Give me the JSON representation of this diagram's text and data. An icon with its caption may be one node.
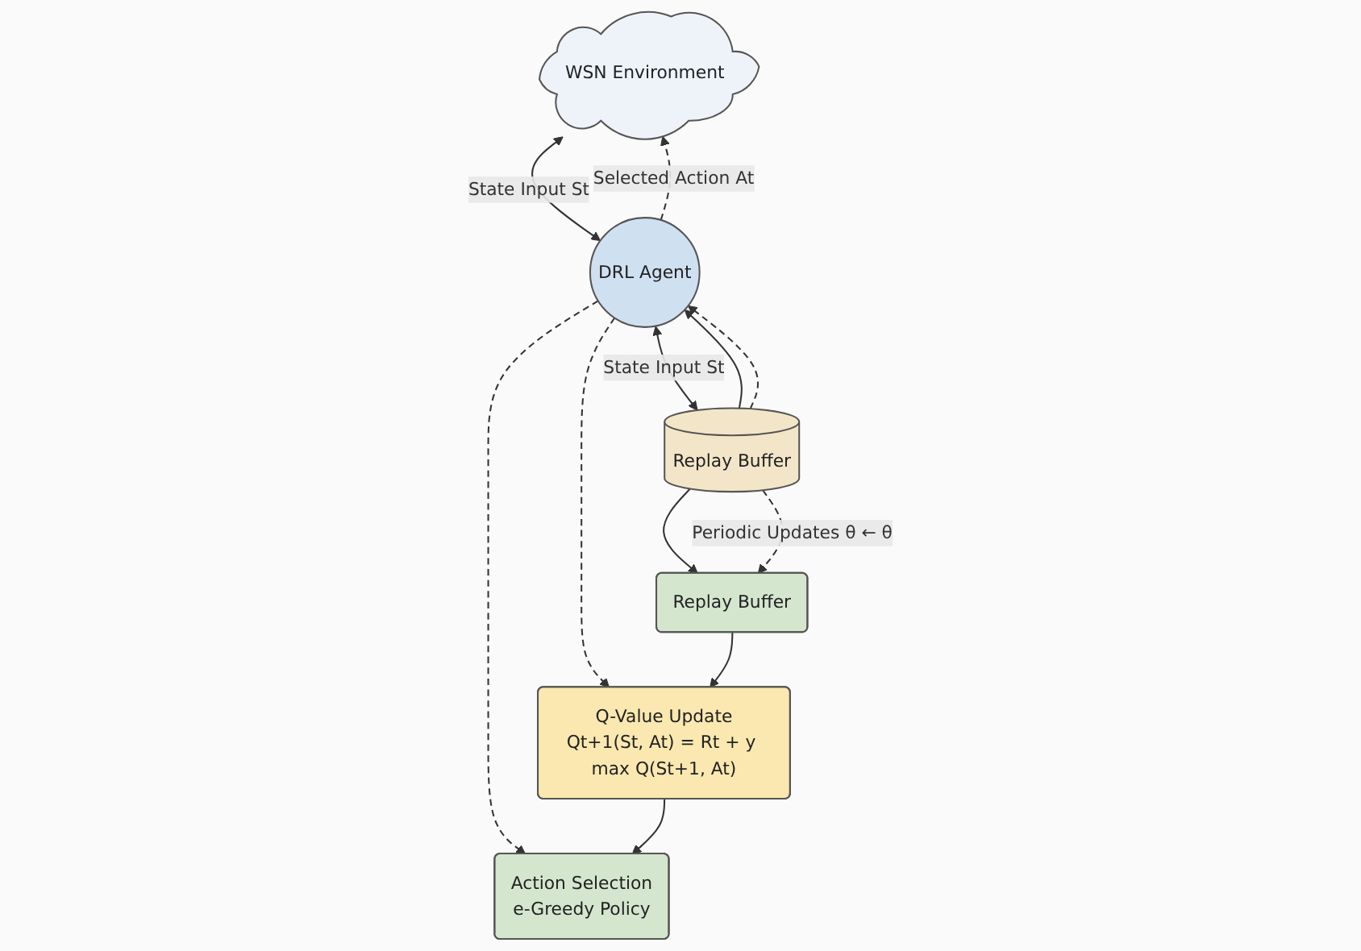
{
  "diagram": {
    "nodes": [
      {
        "text": [
          "WSN Environment"
        ]
      },
      {
        "text": [
          "Action Selection",
          "e-Greedy Policy"
        ]
      },
      {
        "text": [
          "DRL Agent"
        ]
      },
      {
        "text": [
          "Q-Value Update",
          "Qt+1(St, At) = Rt + y max Q(St+1, At)"
        ]
      },
      {
        "text": [
          "Replay Buffer"
        ]
      },
      {
        "text": [
          "Replay Buffer"
        ]
      }
    ],
    "edges": [
      {
        "from": 0,
        "to": 2,
        "arrow": "both",
        "label": "State Input St"
      },
      {
        "from": 2,
        "to": 0,
        "arrow": "to",
        "label": "Selected Action At",
        "style": "dashed"
      },
      {
        "from": 2,
        "to": 1,
        "arrow": "to",
        "style": "dashed"
      },
      {
        "from": 2,
        "to": 3,
        "arrow": "to",
        "style": "dashed"
      },
      {
        "from": 4,
        "to": 2,
        "arrow": "to"
      },
      {
        "from": 2,
        "to": 4,
        "arrow": "both",
        "label": "State Input St"
      },
      {
        "from": 4,
        "to": 2,
        "arrow": "to",
        "style": "dashed"
      },
      {
        "from": 4,
        "to": 5,
        "arrow": "to"
      },
      {
        "from": 4,
        "to": 5,
        "arrow": "to",
        "label": "Periodic Updates θ ← θ",
        "style": "dashed"
      },
      {
        "from": 5,
        "to": 3,
        "arrow": "to"
      },
      {
        "from": 3,
        "to": 1,
        "arrow": "to"
      }
    ]
  }
}
